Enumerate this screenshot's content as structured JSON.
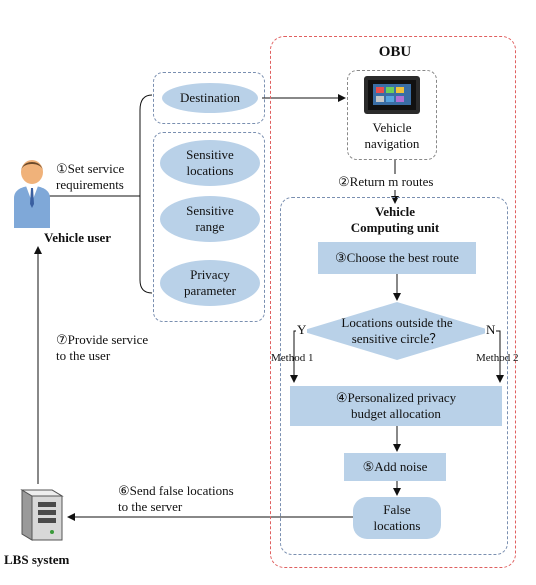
{
  "obu_title": "OBU",
  "vehicle_navigation": "Vehicle\nnavigation",
  "destination": "Destination",
  "sensitive_locations": "Sensitive\nlocations",
  "sensitive_range": "Sensitive\nrange",
  "privacy_parameter": "Privacy\nparameter",
  "step1": "①Set service\nrequirements",
  "vehicle_user": "Vehicle user",
  "step2": "②Return m routes",
  "computing_unit": "Vehicle\nComputing unit",
  "step3": "③Choose the best route",
  "decision": "Locations outside the\nsensitive circle？",
  "yes": "Y",
  "no": "N",
  "method1": "Method 1",
  "method2": "Method 2",
  "step4": "④Personalized privacy\nbudget allocation",
  "step5": "⑤Add noise",
  "false_locations": "False\nlocations",
  "step6": "⑥Send false locations\nto the server",
  "step7": "⑦Provide service\nto the user",
  "lbs_system": "LBS system",
  "colors": {
    "node_fill": "#b9d1e8",
    "obu_border": "#e06060",
    "dashed_border": "#7a8fb0"
  }
}
